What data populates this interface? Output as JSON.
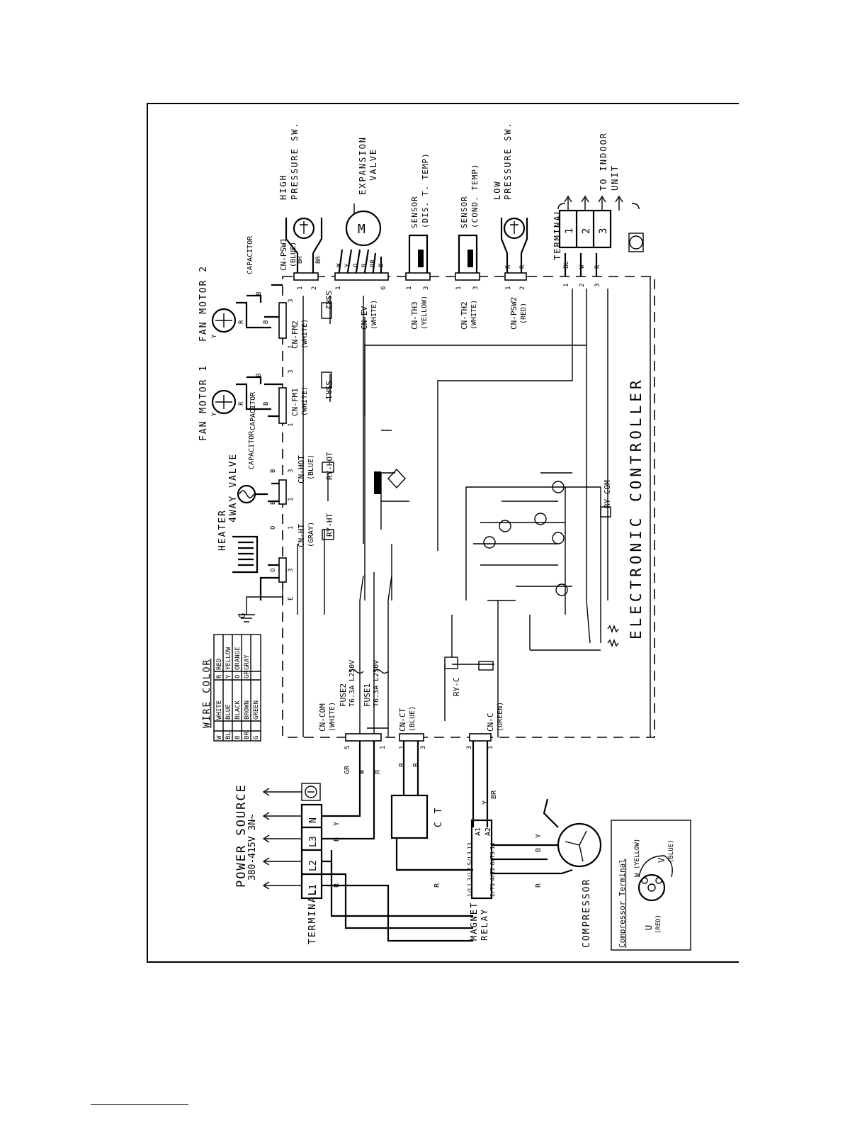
{
  "title": "ELECTRONIC CONTROLLER",
  "wire_color": {
    "heading": "WIRE COLOR",
    "rows": [
      [
        "W",
        "WHITE",
        "R",
        "RED"
      ],
      [
        "BL",
        "BLUE",
        "Y",
        "YELLOW"
      ],
      [
        "B",
        "BLACK",
        "O",
        "ORANGE"
      ],
      [
        "BR",
        "BROWN",
        "GR",
        "GRAY"
      ],
      [
        "G",
        "GREEN",
        "",
        ""
      ]
    ]
  },
  "power": {
    "label": "POWER SOURCE",
    "spec": "380-415V 3N~",
    "terminals": [
      "L1",
      "L2",
      "L3",
      "N"
    ],
    "terminal_label": "TERMINAL",
    "wires": [
      "R",
      "B",
      "Y",
      "GR",
      "W",
      "R"
    ]
  },
  "connectors": {
    "cn_com": {
      "name": "CN-COM",
      "color": "(WHITE)",
      "pins": [
        "5",
        "1"
      ]
    },
    "fuse2": {
      "name": "FUSE2",
      "spec": "T6.3A L250V"
    },
    "fuse1": {
      "name": "FUSE1",
      "spec": "T6.3A L250V"
    },
    "cn_ct": {
      "name": "CN-CT",
      "color": "(BLUE)",
      "pins": [
        "1",
        "3"
      ],
      "wires": [
        "R",
        "R"
      ]
    },
    "cn_c": {
      "name": "CN-C",
      "color": "(GREEN)",
      "pins": [
        "3",
        "1"
      ],
      "wires": [
        "Y",
        "BR"
      ]
    },
    "ry_c": "RY-C",
    "ct": "C T",
    "cn_ht": {
      "name": "CN-HT",
      "color": "(GRAY)",
      "pins": [
        "3",
        "1"
      ],
      "wires": [
        "O",
        "O"
      ],
      "relay": "RY-HT"
    },
    "cn_hot": {
      "name": "CN-HOT",
      "color": "(BLUE)",
      "pins": [
        "1",
        "3"
      ],
      "wires": [
        "B",
        "B"
      ],
      "relay": "RY-HOT"
    },
    "cn_fm1": {
      "name": "CN-FM1",
      "color": "(WHITE)",
      "pins": [
        "1",
        "3"
      ],
      "ssr": "SSR1"
    },
    "cn_fm2": {
      "name": "CN-FM2",
      "color": "(WHITE)",
      "pins": [
        "1",
        "3"
      ],
      "ssr": "SSR2"
    },
    "cn_ev": {
      "name": "CN-EV",
      "color": "(WHITE)",
      "pins": [
        "1",
        "6"
      ],
      "wires": [
        "W",
        "Y",
        "O",
        "R",
        "BR",
        "B"
      ]
    },
    "cn_th3": {
      "name": "CN-TH3",
      "color": "(YELLOW)",
      "pins": [
        "1",
        "3"
      ]
    },
    "cn_th2": {
      "name": "CN-TH2",
      "color": "(WHITE)",
      "pins": [
        "1",
        "3"
      ]
    },
    "cn_psw1": {
      "name": "CN-PSW1",
      "color": "(BLUE)",
      "pins": [
        "1",
        "2"
      ],
      "wires": [
        "BR",
        "BR"
      ]
    },
    "cn_psw2": {
      "name": "CN-PSW2",
      "color": "(RED)",
      "pins": [
        "1",
        "2"
      ],
      "wires": [
        "R",
        "R"
      ]
    }
  },
  "components": {
    "ground": "G",
    "ground_pin": "E",
    "heater": "HEATER",
    "four_way_valve": "4WAY VALVE",
    "capacitor": "CAPACITOR",
    "fan_motor_1": "FAN MOTOR 1",
    "fan_motor_2": "FAN MOTOR 2",
    "fan_wires": [
      "Y",
      "R",
      "B",
      "B"
    ],
    "expansion_valve": [
      "EXPANSION",
      "VALVE"
    ],
    "motor_symbol": "M",
    "high_pressure": [
      "HIGH",
      "PRESSURE SW."
    ],
    "sensor_dis": [
      "SENSOR",
      "(DIS. T. TEMP)"
    ],
    "sensor_cond": [
      "SENSOR",
      "(COND.  TEMP)"
    ],
    "low_pressure": [
      "LOW",
      "PRESSURE SW."
    ],
    "magnet_relay": [
      "MAGNET",
      "RELAY"
    ],
    "relay_pins": [
      "A1",
      "A2",
      "1/L1",
      "3/L2",
      "5/L3",
      "13",
      "2/T1",
      "4/T2",
      "6/T3",
      "14"
    ],
    "compressor": "COMPRESSOR",
    "compressor_wires": [
      "R",
      "B",
      "Y"
    ],
    "ry_com": "RY-COM"
  },
  "indoor_terminal": {
    "label": "TERMINAL",
    "numbers": [
      "1",
      "2",
      "3"
    ],
    "wires": [
      "BL",
      "W",
      "R"
    ],
    "pins": [
      "1",
      "2",
      "3"
    ],
    "dest": [
      "TO INDOOR",
      "UNIT"
    ]
  },
  "compressor_terminal": {
    "heading": "Compressor Terminal",
    "u": "U",
    "u_color": "(RED)",
    "w": "W (YELLOW)",
    "v": "V",
    "v_color": "(BLUE)"
  }
}
